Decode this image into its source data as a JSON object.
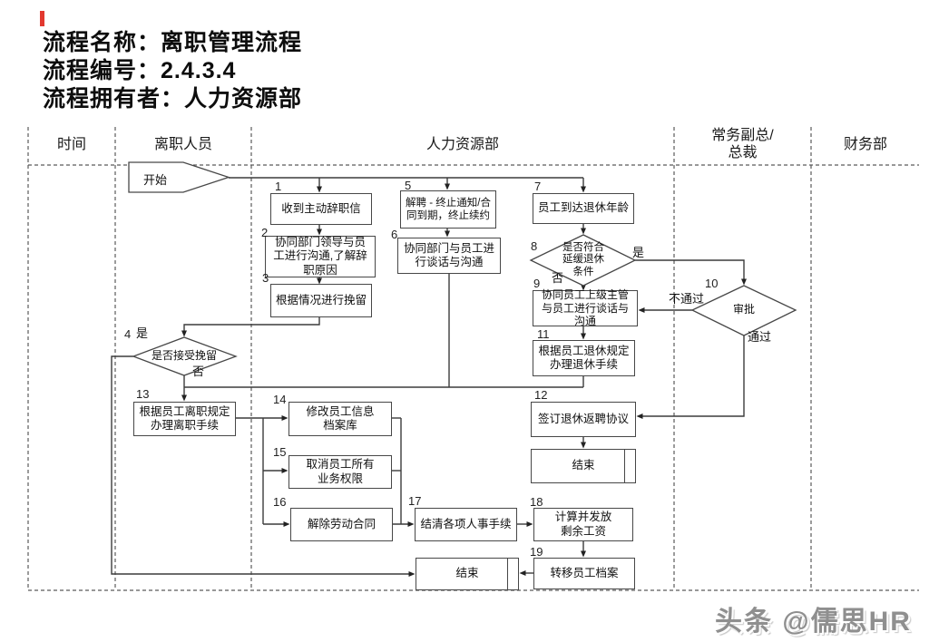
{
  "header": {
    "title_line1": "流程名称：离职管理流程",
    "title_line2": "流程编号：2.4.3.4",
    "title_line3": "流程拥有者：人力资源部"
  },
  "lanes": {
    "time": "时间",
    "leaver": "离职人员",
    "hr": "人力资源部",
    "vp_line1": "常务副总/",
    "vp_line2": "总裁",
    "finance": "财务部"
  },
  "nodes": {
    "start": {
      "label": "开始"
    },
    "n1": {
      "num": "1",
      "text": "收到主动辞职信"
    },
    "n2": {
      "num": "2",
      "text": "协同部门领导与员工进行沟通,了解辞职原因"
    },
    "n3": {
      "num": "3",
      "text": "根据情况进行挽留"
    },
    "n5": {
      "num": "5",
      "text": "解聘 - 终止通知/合同到期，终止续约"
    },
    "n6": {
      "num": "6",
      "text": "协同部门与员工进行谈话与沟通"
    },
    "n7": {
      "num": "7",
      "text": "员工到达退休年龄"
    },
    "n9": {
      "num": "9",
      "text": "协同员工上级主管与员工进行谈话与沟通"
    },
    "n11": {
      "num": "11",
      "text": "根据员工退休规定办理退休手续"
    },
    "n12": {
      "num": "12",
      "text": "签订退休返聘协议"
    },
    "n13": {
      "num": "13",
      "text": "根据员工离职规定办理离职手续"
    },
    "n14": {
      "num": "14",
      "text": "修改员工信息档案库"
    },
    "n15": {
      "num": "15",
      "text": "取消员工所有业务权限"
    },
    "n16": {
      "num": "16",
      "text": "解除劳动合同"
    },
    "n17": {
      "num": "17",
      "text": "结清各项人事手续"
    },
    "n18": {
      "num": "18",
      "text": "计算并发放剩余工资"
    },
    "n19": {
      "num": "19",
      "text": "转移员工档案"
    },
    "end_upper": {
      "text": "结束"
    },
    "end_lower": {
      "text": "结束"
    }
  },
  "decisions": {
    "d4": {
      "num": "4",
      "text": "是否接受挽留",
      "yes": "是",
      "no": "否"
    },
    "d8": {
      "num": "8",
      "text": "是否符合延缓退休条件",
      "yes": "是",
      "no": "否"
    },
    "d10": {
      "num": "10",
      "text": "审批",
      "pass": "通过",
      "fail": "不通过"
    }
  },
  "watermark": "头条 @儒思HR",
  "colors": {
    "accent_red": "#e2392f",
    "line": "#3c3c3c",
    "dashed": "#5a5a5a"
  }
}
